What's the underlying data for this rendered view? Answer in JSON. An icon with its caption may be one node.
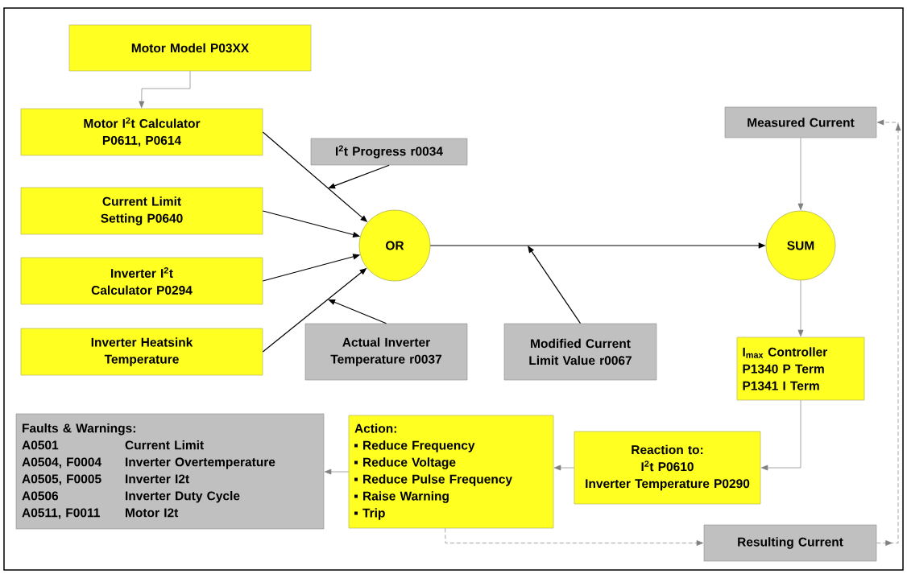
{
  "diagram": {
    "nodes": [
      {
        "text": [
          "Motor Model P03XX"
        ]
      },
      {
        "text": [
          "Motor I$^{2}$t Calculator P0611, P0614"
        ]
      },
      {
        "text": [
          "I$^{2}$t Progress r0034"
        ]
      },
      {
        "text": [
          "Current Limit Setting P0640"
        ]
      },
      {
        "text": [
          "OR"
        ]
      },
      {
        "text": [
          "Inverter I$^{2}$t Calculator P0294"
        ]
      },
      {
        "text": [
          "Inverter Heatsink Temperature"
        ]
      },
      {
        "text": [
          "Actual Inverter Temperature r0037"
        ]
      },
      {
        "text": [
          "Modified Current Limit Value r0067"
        ]
      },
      {
        "text": [
          "Measured Current"
        ]
      },
      {
        "text": [
          "SUM"
        ]
      },
      {
        "text": [
          "I$_{max}$ Controller",
          "P1340 P Term",
          "P1341 I Term"
        ]
      },
      {
        "text": [
          "Reaction to:",
          "I$^{2}$t P0610",
          "Inverter Temperature P0290"
        ]
      },
      {
        "text": [
          "Action:",
          "Reduce Frequency",
          "Reduce Voltage",
          "Reduce Pulse Frequency",
          "Raise Warning",
          "Trip"
        ]
      },
      {
        "text": [
          "Faults & Warnings:",
          "A0501",
          "Current Limit",
          "A0504, F0004",
          "Inverter Overtemperature",
          "A0505, F0005",
          "Inverter I2t",
          "A0506",
          "Inverter Duty Cycle",
          "A0511, F0011",
          "Motor I2t"
        ]
      },
      {
        "text": [
          "Resulting Current"
        ]
      }
    ],
    "edges": [
      {
        "from": 0,
        "to": 1,
        "arrow": "to",
        "color": "#808080"
      },
      {
        "from": 1,
        "to": 4,
        "arrow": "to",
        "color": "#000000"
      },
      {
        "from": 2,
        "to": null,
        "arrow": "to",
        "color": "#000000"
      },
      {
        "from": 3,
        "to": 4,
        "arrow": "to",
        "color": "#000000"
      },
      {
        "from": 5,
        "to": 4,
        "arrow": "to",
        "color": "#000000"
      },
      {
        "from": 6,
        "to": 4,
        "arrow": "to",
        "color": "#000000"
      },
      {
        "from": 7,
        "to": null,
        "arrow": "to",
        "color": "#000000"
      },
      {
        "from": 4,
        "to": 10,
        "arrow": "to",
        "color": "#000000"
      },
      {
        "from": 8,
        "to": null,
        "arrow": "to",
        "color": "#000000"
      },
      {
        "from": 9,
        "to": 10,
        "arrow": "to",
        "color": "#808080"
      },
      {
        "from": 10,
        "to": 11,
        "arrow": "to",
        "color": "#808080"
      },
      {
        "from": 11,
        "to": 12,
        "arrow": "to",
        "color": "#808080"
      },
      {
        "from": 12,
        "to": 13,
        "arrow": "to",
        "color": "#808080"
      },
      {
        "from": 13,
        "to": 14,
        "arrow": "to",
        "color": "#808080"
      },
      {
        "from": 13,
        "to": 15,
        "arrow": "to",
        "style": "dashed",
        "color": "#808080"
      },
      {
        "from": 15,
        "to": 9,
        "arrow": "to",
        "style": "dashed",
        "color": "#808080"
      }
    ]
  }
}
